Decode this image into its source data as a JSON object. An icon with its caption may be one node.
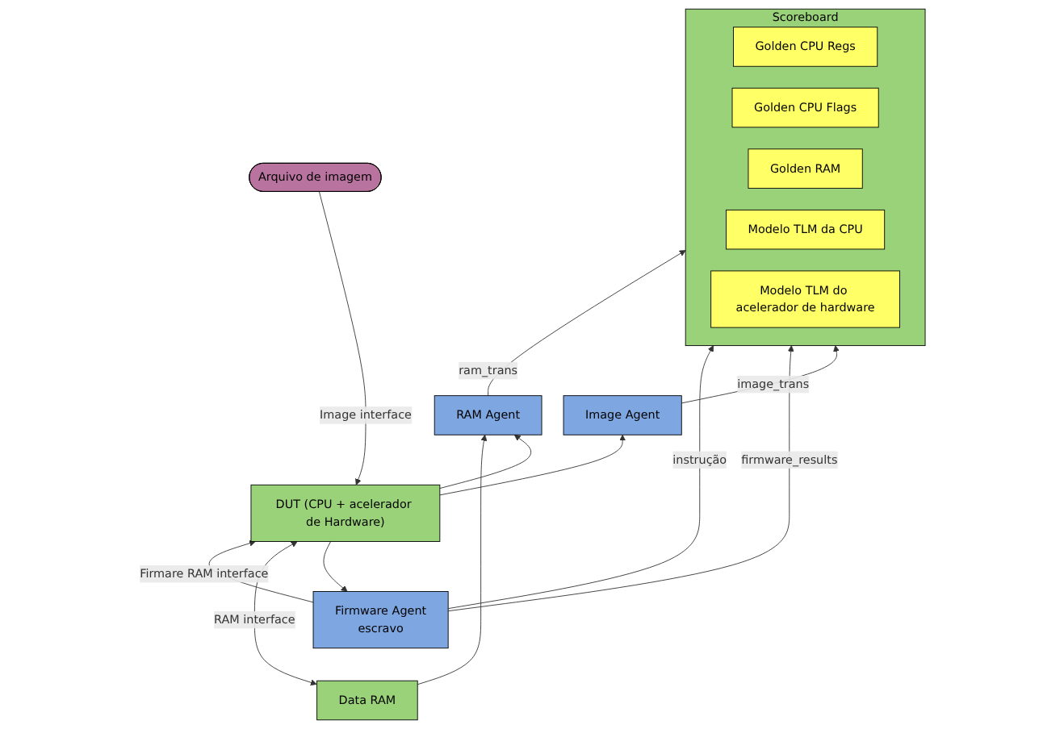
{
  "diagram": {
    "nodes": [
      {
        "text": [
          "Scoreboard"
        ]
      },
      {
        "text": [
          "Golden CPU Regs"
        ],
        "in": 0
      },
      {
        "text": [
          "Golden CPU Flags"
        ],
        "in": 0
      },
      {
        "text": [
          "Golden RAM"
        ],
        "in": 0
      },
      {
        "text": [
          "Modelo TLM da CPU"
        ],
        "in": 0
      },
      {
        "text": [
          "Modelo TLM do acelerador de hardware"
        ],
        "in": 0
      },
      {
        "text": [
          "RAM Agent"
        ]
      },
      {
        "text": [
          "Firmware Agent",
          "escravo"
        ]
      },
      {
        "text": [
          "Image Agent"
        ]
      },
      {
        "text": [
          "Arquivo de imagem"
        ]
      },
      {
        "text": [
          "Data RAM"
        ]
      },
      {
        "text": [
          "DUT (CPU + acelerador de Hardware)"
        ]
      }
    ],
    "edges": [
      {
        "from": 6,
        "to": 0,
        "arrow": "to",
        "label": "ram_trans"
      },
      {
        "from": 7,
        "to": 0,
        "arrow": "to",
        "label": "instrução"
      },
      {
        "from": 7,
        "to": 0,
        "arrow": "to",
        "label": "firmware_results"
      },
      {
        "from": 8,
        "to": 0,
        "arrow": "to",
        "label": "image_trans"
      },
      {
        "from": 11,
        "to": 7,
        "arrow": "to"
      },
      {
        "from": 7,
        "to": 11,
        "arrow": "to",
        "label": "Firmare RAM interface"
      },
      {
        "from": 11,
        "to": 8,
        "arrow": "to"
      },
      {
        "from": 9,
        "to": 11,
        "arrow": "to",
        "label": "Image interface"
      },
      {
        "from": 10,
        "to": 11,
        "arrow": "both",
        "label": "RAM interface"
      },
      {
        "from": 10,
        "to": 6,
        "arrow": "to"
      },
      {
        "from": 11,
        "to": 6,
        "arrow": "to"
      }
    ]
  }
}
